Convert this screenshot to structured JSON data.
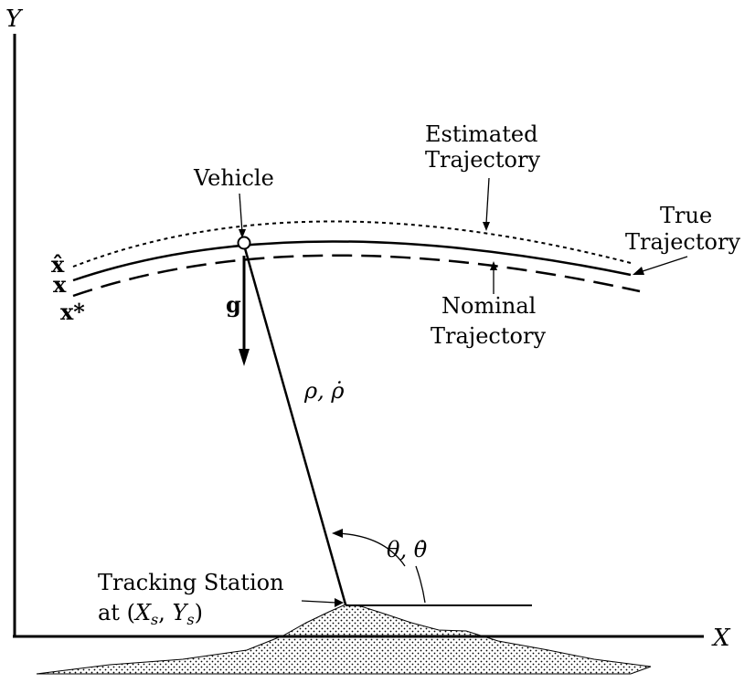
{
  "axes": {
    "x_label": "X",
    "y_label": "Y"
  },
  "labels": {
    "estimated_line1": "Estimated",
    "estimated_line2": "Trajectory",
    "vehicle": "Vehicle",
    "true_line1": "True",
    "true_line2": "Trajectory",
    "nominal_line1": "Nominal",
    "nominal_line2": "Trajectory",
    "station_line1": "Tracking Station",
    "station_line2_prefix": "at (",
    "station_Xs": "X",
    "station_Xs_sub": "s",
    "station_comma": ", ",
    "station_Ys": "Y",
    "station_Ys_sub": "s",
    "station_close": ")",
    "gravity": "g",
    "range": "ρ, ρ̇",
    "angle": "θ, θ̇",
    "x_hat": "x̂",
    "x_true": "x",
    "x_star": "x*"
  }
}
